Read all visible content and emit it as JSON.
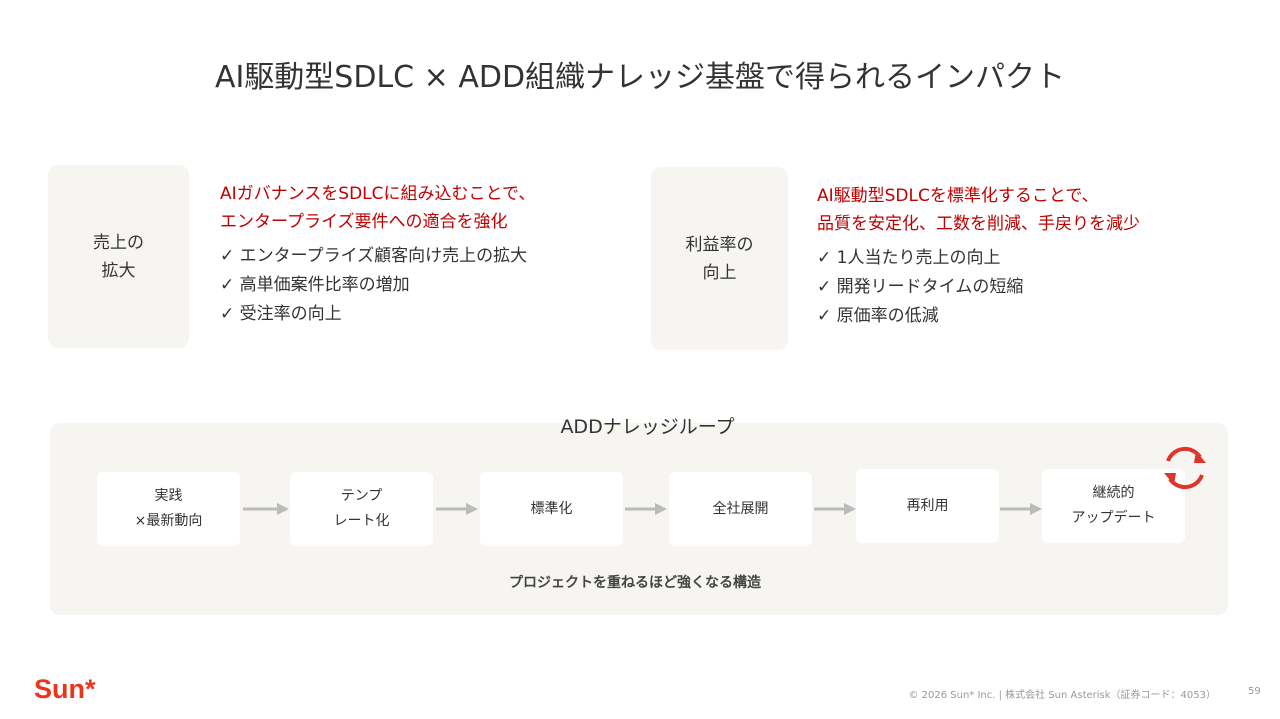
{
  "title": "AI駆動型SDLC × ADD組織ナレッジ基盤で得られるインパクト",
  "impacts": [
    {
      "label": [
        "売上の",
        "拡大"
      ],
      "headline": [
        "AIガバナンスをSDLCに組み込むことで、",
        "エンタープライズ要件への適合を強化"
      ],
      "items": [
        "エンタープライズ顧客向け売上の拡大",
        "高単価案件比率の増加",
        "受注率の向上"
      ]
    },
    {
      "label": [
        "利益率の",
        "向上"
      ],
      "headline": [
        "AI駆動型SDLCを標準化することで、",
        "品質を安定化、工数を削減、手戻りを減少"
      ],
      "items": [
        "1人当たり売上の向上",
        "開発リードタイムの短縮",
        "原価率の低減"
      ]
    }
  ],
  "loop": {
    "title": "ADDナレッジループ",
    "steps": [
      [
        "実践",
        "×最新動向"
      ],
      [
        "テンプ",
        "レート化"
      ],
      [
        "標準化"
      ],
      [
        "全社展開"
      ],
      [
        "再利用"
      ],
      [
        "継続的",
        "アップデート"
      ]
    ],
    "caption": "プロジェクトを重ねるほど強くなる構造"
  },
  "footer": {
    "logo": "Sun*",
    "copyright": "© 2026 Sun* Inc.  |  株式会社 Sun Asterisk（証券コード：4053）",
    "page": "59"
  },
  "colors": {
    "accent": "#c00000",
    "logo": "#e8351c"
  }
}
